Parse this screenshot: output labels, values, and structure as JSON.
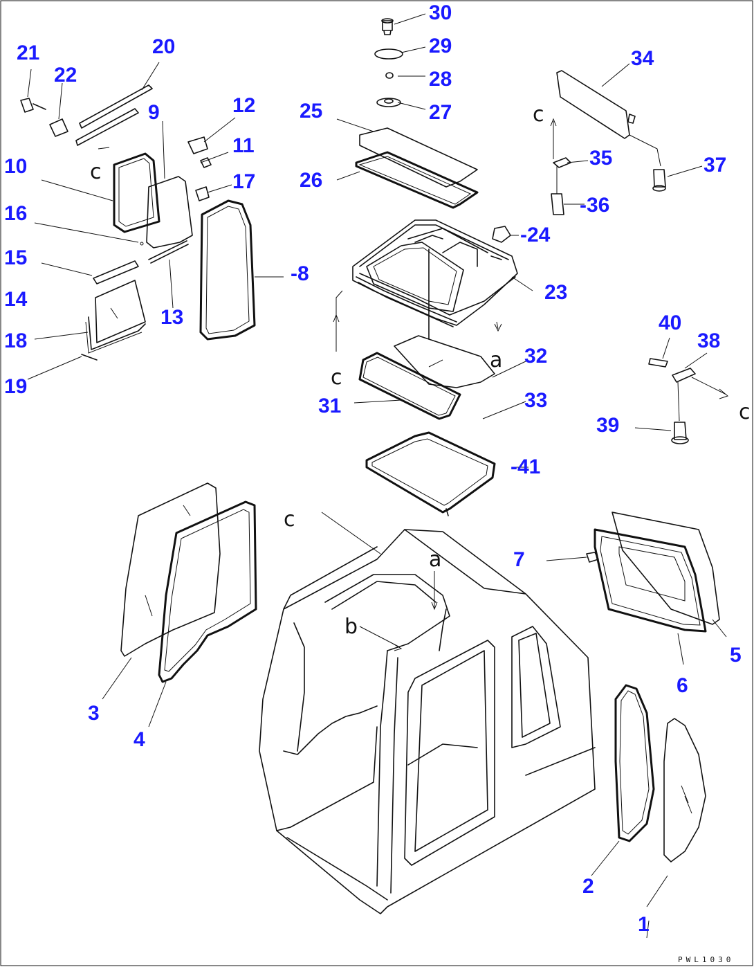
{
  "diagram": {
    "callouts": [
      {
        "id": "p1",
        "label": "1"
      },
      {
        "id": "p2",
        "label": "2"
      },
      {
        "id": "p3",
        "label": "3"
      },
      {
        "id": "p4",
        "label": "4"
      },
      {
        "id": "p5",
        "label": "5"
      },
      {
        "id": "p6",
        "label": "6"
      },
      {
        "id": "p7",
        "label": "7"
      },
      {
        "id": "p8",
        "label": "-8"
      },
      {
        "id": "p9",
        "label": "9"
      },
      {
        "id": "p10",
        "label": "10"
      },
      {
        "id": "p11",
        "label": "11"
      },
      {
        "id": "p12",
        "label": "12"
      },
      {
        "id": "p13",
        "label": "13"
      },
      {
        "id": "p14",
        "label": "14"
      },
      {
        "id": "p15",
        "label": "15"
      },
      {
        "id": "p16",
        "label": "16"
      },
      {
        "id": "p17",
        "label": "17"
      },
      {
        "id": "p18",
        "label": "18"
      },
      {
        "id": "p19",
        "label": "19"
      },
      {
        "id": "p20",
        "label": "20"
      },
      {
        "id": "p21",
        "label": "21"
      },
      {
        "id": "p22",
        "label": "22"
      },
      {
        "id": "p23",
        "label": "23"
      },
      {
        "id": "p24",
        "label": "-24"
      },
      {
        "id": "p25",
        "label": "25"
      },
      {
        "id": "p26",
        "label": "26"
      },
      {
        "id": "p27",
        "label": "27"
      },
      {
        "id": "p28",
        "label": "28"
      },
      {
        "id": "p29",
        "label": "29"
      },
      {
        "id": "p30",
        "label": "30"
      },
      {
        "id": "p31",
        "label": "31"
      },
      {
        "id": "p32",
        "label": "32"
      },
      {
        "id": "p33",
        "label": "33"
      },
      {
        "id": "p34",
        "label": "34"
      },
      {
        "id": "p35",
        "label": "35"
      },
      {
        "id": "p36",
        "label": "-36"
      },
      {
        "id": "p37",
        "label": "37"
      },
      {
        "id": "p38",
        "label": "38"
      },
      {
        "id": "p39",
        "label": "39"
      },
      {
        "id": "p40",
        "label": "40"
      },
      {
        "id": "p41",
        "label": "-41"
      }
    ],
    "reference_letters": {
      "c1": "c",
      "c2": "c",
      "c3": "c",
      "c4": "c",
      "c5": "c",
      "a1": "a",
      "a2": "a",
      "b1": "b"
    },
    "drawing_code": "PWL1030"
  }
}
